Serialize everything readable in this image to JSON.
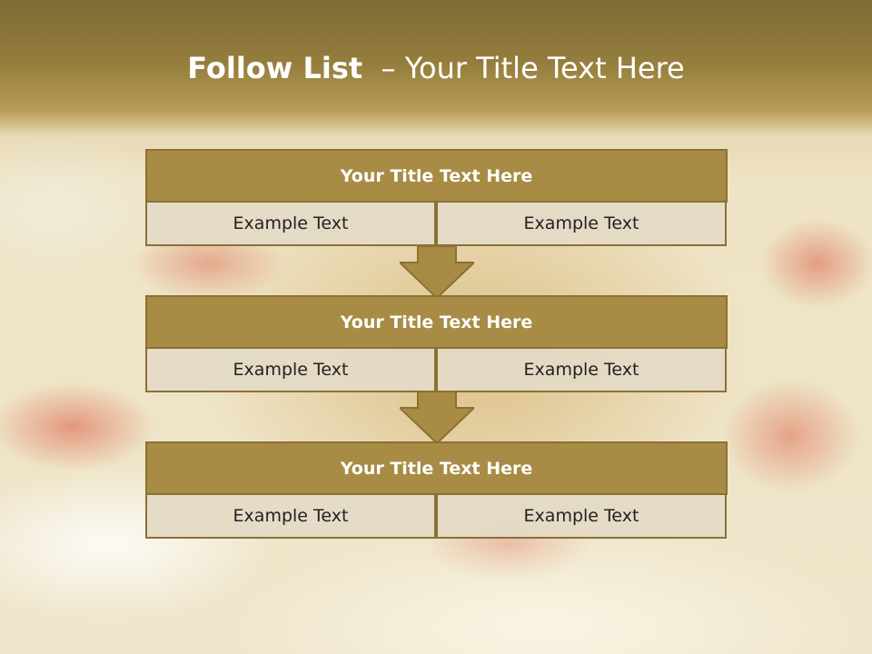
{
  "slide": {
    "title_bold": "Follow List",
    "title_rest": "  – Your Title Text Here"
  },
  "blocks": [
    {
      "title": "Your Title Text Here",
      "cells": [
        "Example Text",
        "Example Text"
      ]
    },
    {
      "title": "Your Title Text Here",
      "cells": [
        "Example Text",
        "Example Text"
      ]
    },
    {
      "title": "Your Title Text Here",
      "cells": [
        "Example Text",
        "Example Text"
      ]
    }
  ],
  "colors": {
    "header_fill": "#a88c45",
    "border": "#8a7134",
    "cell_fill": "#e4dac6",
    "title_text": "#ffffff"
  },
  "icons": [
    "down-arrow-icon",
    "down-arrow-icon"
  ]
}
